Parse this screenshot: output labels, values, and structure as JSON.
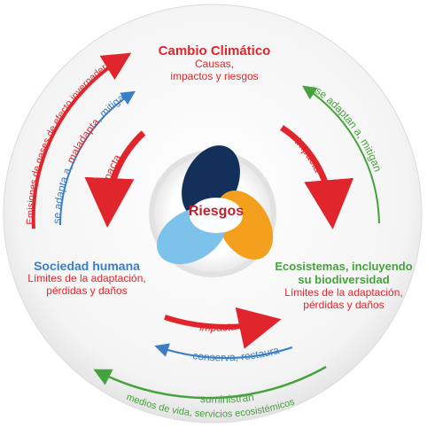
{
  "center": {
    "label": "Riesgos"
  },
  "top": {
    "title": "Cambio Climático",
    "subtitle_1": "Causas,",
    "subtitle_2": "impactos y riesgos"
  },
  "left": {
    "title": "Sociedad humana",
    "line_1": "Límites de la adaptación,",
    "line_2": "pérdidas y daños"
  },
  "right": {
    "title_1": "Ecosistemas, incluyendo",
    "title_2": "su biodiversidad",
    "line_1": "Límites de la adaptación,",
    "line_2": "pérdidas y daños"
  },
  "arrows": {
    "emisiones": "Emisiones de gases de efecto invernadero",
    "se_adapta_prefix": "se adapta a, ",
    "maladapta": "maladapta",
    "mitiga": ", mitiga",
    "impacta_left": "impacta",
    "impacta_right": "impacta",
    "se_adaptan": "se adaptan a, mitigan",
    "impacta_bottom": "impacta",
    "conserva": "conserva, restaura",
    "suministran": "suministran",
    "medios": "medios de vida, servicios ecosistémicos"
  },
  "colors": {
    "red": "#e0262c",
    "blue": "#3b7ec4",
    "green": "#46a23c",
    "navy": "#12305a",
    "orange": "#f2a01e",
    "lightblue": "#7cc2ea"
  }
}
